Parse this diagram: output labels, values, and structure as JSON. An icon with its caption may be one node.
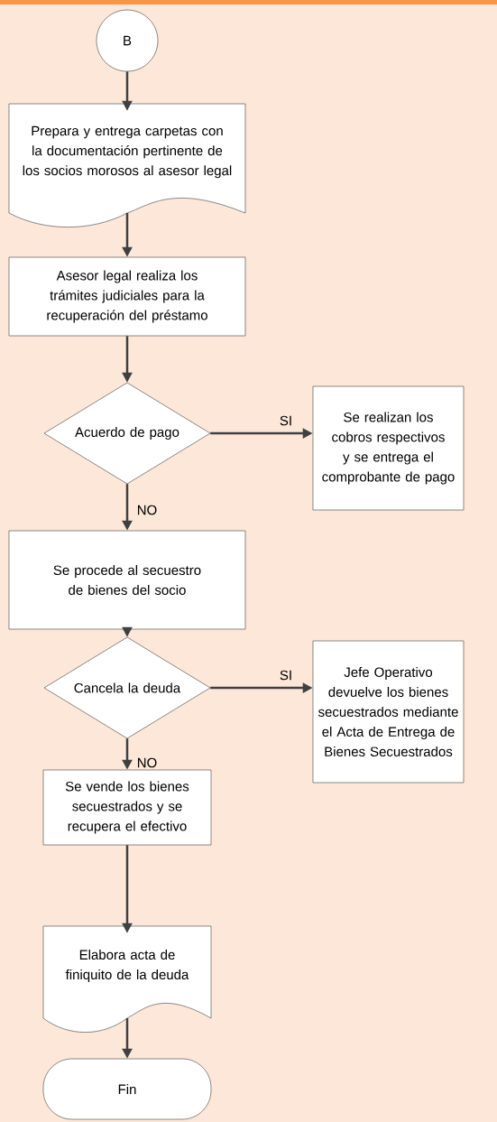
{
  "diagram": {
    "nodes": [
      {
        "text": [
          "B"
        ]
      },
      {
        "text": [
          "Prepara y entrega carpetas con la documentación pertinente de los  socios morosos al asesor legal"
        ]
      },
      {
        "text": [
          "Asesor legal realiza los trámites judiciales para la recuperación del préstamo"
        ]
      },
      {
        "text": [
          "Acuerdo de pago"
        ]
      },
      {
        "text": [
          "Se realizan los cobros respectivos y se entrega el comprobante de pago"
        ]
      },
      {
        "text": [
          "Se procede al secuestro de bienes del socio"
        ]
      },
      {
        "text": [
          "Cancela la deuda"
        ]
      },
      {
        "text": [
          "Jefe Operativo devuelve los bienes secuestrados mediante el Acta de Entrega de Bienes Secuestrados"
        ]
      },
      {
        "text": [
          "Se vende los bienes secuestrados y se recupera el efectivo"
        ]
      },
      {
        "text": [
          "Elabora acta de finiquito de la deuda"
        ]
      },
      {
        "text": [
          "Fin"
        ]
      }
    ],
    "edges": [
      {
        "from": 0,
        "to": 1,
        "arrow": "to"
      },
      {
        "from": 1,
        "to": 2,
        "arrow": "to"
      },
      {
        "from": 2,
        "to": 3,
        "arrow": "to"
      },
      {
        "from": 3,
        "to": 4,
        "arrow": "to",
        "label": "SI"
      },
      {
        "from": 3,
        "to": 5,
        "arrow": "to",
        "label": "NO"
      },
      {
        "from": 5,
        "to": 6,
        "arrow": "to"
      },
      {
        "from": 6,
        "to": 7,
        "arrow": "to",
        "label": "SI"
      },
      {
        "from": 6,
        "to": 8,
        "arrow": "to",
        "label": "NO"
      },
      {
        "from": 8,
        "to": 9,
        "arrow": "to"
      },
      {
        "from": 9,
        "to": 10,
        "arrow": "to"
      }
    ]
  }
}
